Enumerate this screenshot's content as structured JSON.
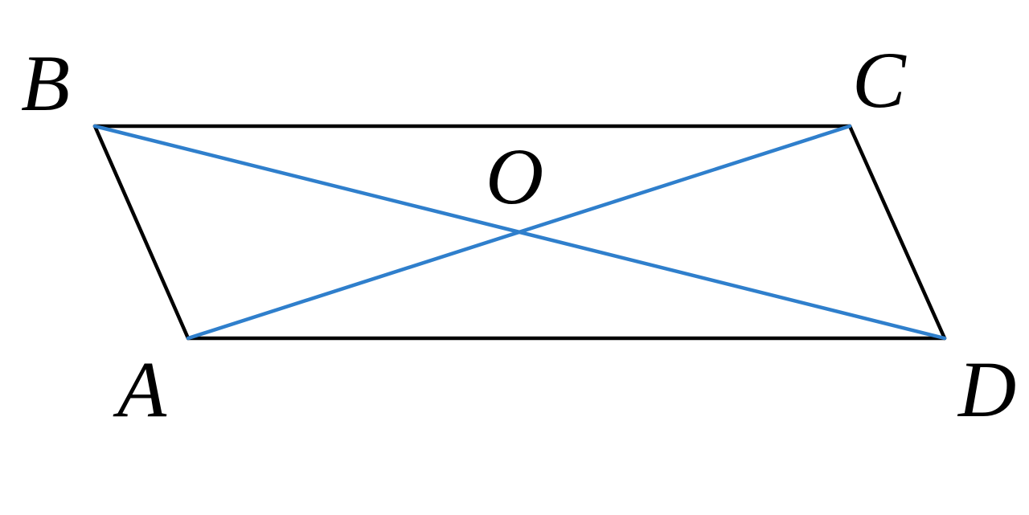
{
  "diagram": {
    "shape": "parallelogram",
    "vertices": {
      "A": "A",
      "B": "B",
      "C": "C",
      "D": "D"
    },
    "intersection": "O",
    "edges": [
      "AB",
      "BC",
      "CD",
      "DA"
    ],
    "diagonals": [
      "AC",
      "BD"
    ],
    "colors": {
      "edge": "#000000",
      "diagonal": "#2f7fcc",
      "background": "#ffffff"
    }
  }
}
